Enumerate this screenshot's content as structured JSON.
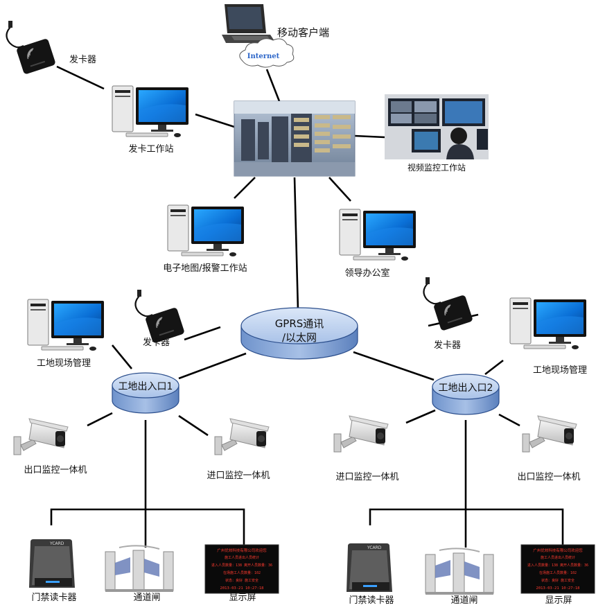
{
  "labels": {
    "mobile_client": "移动客户端",
    "internet": "Internet",
    "card_issuer_top": "发卡器",
    "card_workstation": "发卡工作站",
    "video_workstation": "视频监控工作站",
    "map_alarm_workstation": "电子地图/报警工作站",
    "leader_office": "领导办公室",
    "gprs_line1": "GPRS通讯",
    "gprs_line2": "/以太网",
    "site_mgmt_left": "工地现场管理",
    "card_issuer_left": "发卡器",
    "card_issuer_right": "发卡器",
    "site_mgmt_right": "工地现场管理",
    "gate1": "工地出入口1",
    "gate2": "工地出入口2",
    "cam_exit_left": "出口监控一体机",
    "cam_entry_left": "进口监控一体机",
    "cam_entry_right": "进口监控一体机",
    "cam_exit_right": "出口监控一体机",
    "reader_left": "门禁读卡器",
    "turnstile_left": "通道闸",
    "display_left": "显示屏",
    "reader_right": "门禁读卡器",
    "turnstile_right": "通道闸",
    "display_right": "显示屏",
    "reader_brand": "YCARD"
  },
  "led_screen": {
    "line1": "广州优效科技有限公司欢迎您",
    "line2": "施工人员进出人员统计",
    "line3": "进入人员数量：138  离开人员数量：36",
    "line4": "在场施工人员数量：102",
    "line5": "状态：良好  施工安全",
    "line6": "2013-03-21  10:27:18"
  },
  "colors": {
    "line": "#000000",
    "hub_fill": "#c9d9f2",
    "hub_stroke": "#2b4e8c",
    "monitor_screen": "#0a6fd6",
    "led_text": "#ff3b2f"
  }
}
